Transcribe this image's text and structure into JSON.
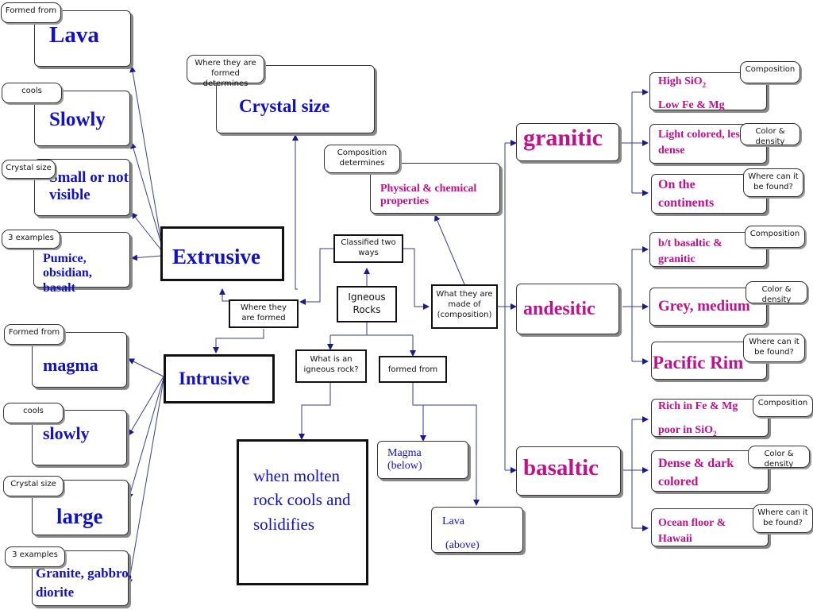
{
  "center": {
    "igneous_rocks": "Igneous Rocks",
    "classified_two_ways": "Classified two ways",
    "what_is_igneous": "What is an igneous rock?",
    "formed_from": "formed from",
    "what_made_of": "What they are made of (composition)",
    "where_formed": "Where they are formed"
  },
  "definition": "when molten rock cools and solidifies",
  "magma_below": "Magma (below)",
  "lava_above_1": "Lava",
  "lava_above_2": "(above)",
  "composition_determines": {
    "label": "Composition determines",
    "value": "Physical & chemical properties"
  },
  "crystal_size_node": {
    "label": "Where they are formed determines",
    "value": "Crystal size"
  },
  "extrusive": {
    "title": "Extrusive",
    "items": [
      {
        "label": "Formed from",
        "value": "Lava"
      },
      {
        "label": "cools",
        "value": "Slowly"
      },
      {
        "label": "Crystal size",
        "value": "Small or not visible"
      },
      {
        "label": "3 examples",
        "value": "Pumice, obsidian, basalt"
      }
    ]
  },
  "intrusive": {
    "title": "Intrusive",
    "items": [
      {
        "label": "Formed from",
        "value": "magma"
      },
      {
        "label": "cools",
        "value": "slowly"
      },
      {
        "label": "Crystal size",
        "value": "large"
      },
      {
        "label": "3 examples",
        "value": "Granite, gabbro, diorite"
      }
    ]
  },
  "granitic": {
    "title": "granitic",
    "items": [
      {
        "label": "Composition",
        "line1": "High SiO",
        "sub": "2",
        "line2": "Low Fe & Mg"
      },
      {
        "label": "Color & density",
        "value": "Light colored, less dense"
      },
      {
        "label": "Where can it be found?",
        "value": "On the continents"
      }
    ]
  },
  "andesitic": {
    "title": "andesitic",
    "items": [
      {
        "label": "Composition",
        "value": "b/t basaltic & granitic"
      },
      {
        "label": "Color & density",
        "value": "Grey, medium"
      },
      {
        "label": "Where can it be found?",
        "value": "Pacific Rim"
      }
    ]
  },
  "basaltic": {
    "title": "basaltic",
    "items": [
      {
        "label": "Composition",
        "line1": "Rich in Fe & Mg",
        "line2": "poor in SiO",
        "sub": "2"
      },
      {
        "label": "Color & density",
        "value": "Dense & dark colored"
      },
      {
        "label": "Where can it be found?",
        "value": "Ocean floor & Hawaii"
      }
    ]
  }
}
